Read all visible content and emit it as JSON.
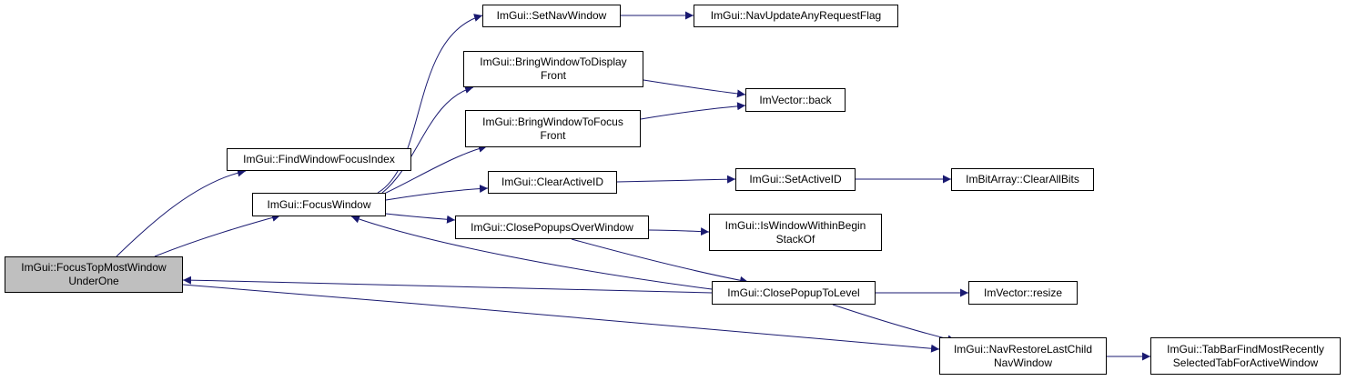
{
  "colors": {
    "edge": "#191970",
    "node_border": "#000000",
    "node_fill": "#ffffff",
    "root_fill": "#bfbfbf"
  },
  "nodes": {
    "focus_top_most": {
      "lines": [
        "ImGui::FocusTopMostWindow",
        "UnderOne"
      ],
      "root": true
    },
    "find_focus_index": {
      "lines": [
        "ImGui::FindWindowFocusIndex"
      ]
    },
    "focus_window": {
      "lines": [
        "ImGui::FocusWindow"
      ]
    },
    "set_nav_window": {
      "lines": [
        "ImGui::SetNavWindow"
      ]
    },
    "nav_update_any": {
      "lines": [
        "ImGui::NavUpdateAnyRequestFlag"
      ]
    },
    "bring_display": {
      "lines": [
        "ImGui::BringWindowToDisplay",
        "Front"
      ]
    },
    "bring_focus": {
      "lines": [
        "ImGui::BringWindowToFocus",
        "Front"
      ]
    },
    "vector_back": {
      "lines": [
        "ImVector::back"
      ]
    },
    "clear_active_id": {
      "lines": [
        "ImGui::ClearActiveID"
      ]
    },
    "set_active_id": {
      "lines": [
        "ImGui::SetActiveID"
      ]
    },
    "clear_all_bits": {
      "lines": [
        "ImBitArray::ClearAllBits"
      ]
    },
    "close_popups_over": {
      "lines": [
        "ImGui::ClosePopupsOverWindow"
      ]
    },
    "is_within_begin": {
      "lines": [
        "ImGui::IsWindowWithinBegin",
        "StackOf"
      ]
    },
    "close_popup_level": {
      "lines": [
        "ImGui::ClosePopupToLevel"
      ]
    },
    "vector_resize": {
      "lines": [
        "ImVector::resize"
      ]
    },
    "nav_restore": {
      "lines": [
        "ImGui::NavRestoreLastChild",
        "NavWindow"
      ]
    },
    "tabbar_find": {
      "lines": [
        "ImGui::TabBarFindMostRecently",
        "SelectedTabForActiveWindow"
      ]
    }
  }
}
